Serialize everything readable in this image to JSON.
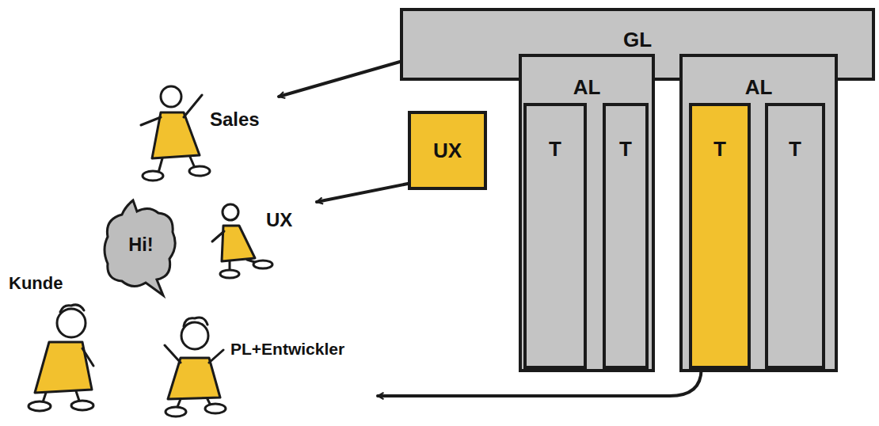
{
  "diagram": {
    "nodes": [
      {
        "text": [
          "GL"
        ]
      },
      {
        "text": [
          "AL"
        ]
      },
      {
        "text": [
          "T"
        ],
        "in": 1
      },
      {
        "text": [
          "T"
        ],
        "in": 1
      },
      {
        "text": [
          "AL"
        ]
      },
      {
        "text": [
          "T"
        ],
        "in": 4
      },
      {
        "text": [
          "T"
        ],
        "in": 4
      },
      {
        "text": [
          "UX"
        ]
      },
      {
        "text": [
          "Sales"
        ]
      },
      {
        "text": [
          "Hi!"
        ]
      },
      {
        "text": [
          "UX"
        ]
      },
      {
        "text": [
          "Kunde"
        ]
      },
      {
        "text": [
          "PL+Entwickler"
        ]
      }
    ],
    "edges": [
      {
        "from": 0,
        "to": 8,
        "arrow": "to"
      },
      {
        "from": 7,
        "to": 10,
        "arrow": "to"
      },
      {
        "from": 5,
        "to": 12,
        "arrow": "to"
      }
    ]
  }
}
